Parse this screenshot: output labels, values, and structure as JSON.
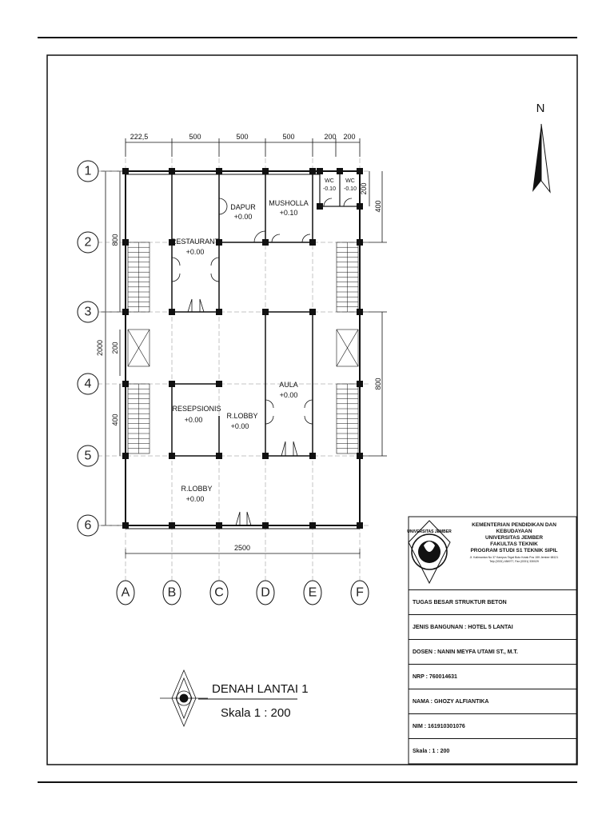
{
  "plan": {
    "grid_rows": [
      "1",
      "2",
      "3",
      "4",
      "5",
      "6"
    ],
    "grid_cols": [
      "A",
      "B",
      "C",
      "D",
      "E",
      "F"
    ],
    "dims_top": [
      "222,5",
      "500",
      "500",
      "500",
      "200",
      "200"
    ],
    "dims_right": [
      "200",
      "400",
      "800"
    ],
    "dims_left": [
      "800",
      "200",
      "2000",
      "400"
    ],
    "dim_bottom": "2500",
    "north_label": "N",
    "rooms": [
      {
        "name": "DAPUR",
        "level": "+0.00"
      },
      {
        "name": "MUSHOLLA",
        "level": "+0.10"
      },
      {
        "name": "WC",
        "level": "-0.10"
      },
      {
        "name": "WC",
        "level": "-0.10"
      },
      {
        "name": "RESTAURANT",
        "level": "+0.00"
      },
      {
        "name": "AULA",
        "level": "+0.00"
      },
      {
        "name": "RESEPSIONIS",
        "level": "+0.00"
      },
      {
        "name": "R.LOBBY",
        "level": "+0.00"
      },
      {
        "name": "R.LOBBY",
        "level": "+0.00"
      }
    ],
    "title": "DENAH LANTAI 1",
    "scale": "Skala  1 : 200"
  },
  "title_block": {
    "header_lines": [
      "KEMENTERIAN PENDIDIKAN DAN KEBUDAYAAN",
      "UNIVERSITAS JEMBER",
      "FAKULTAS TEKNIK",
      "PROGRAM STUDI S1 TEKNIK SIPIL"
    ],
    "address": "Jl. Kalimantan No 37 Kampus Tegal Boto Kotak Pos 159 Jember 68121",
    "phone": "Telp (0331) 484977, Fax (0331) 330029",
    "logo_text": "UNIVERSITAS JEMBER",
    "rows": [
      "TUGAS BESAR STRUKTUR BETON",
      "JENIS BANGUNAN : HOTEL 5 LANTAI",
      "DOSEN : NANIN MEYFA UTAMI ST., M.T.",
      "NRP    : 760014631",
      "NAMA : GHOZY ALFIANTIKA",
      "NIM    : 161910301076",
      "Skala  :  1 : 200"
    ]
  }
}
